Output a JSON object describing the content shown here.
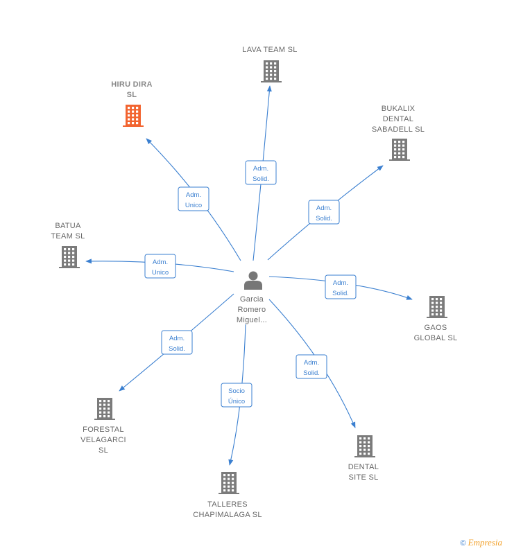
{
  "colors": {
    "edge": "#3a7fd0",
    "building": "#7b7b7b",
    "building_highlight": "#f26430",
    "person": "#777777",
    "label": "#666666"
  },
  "center": {
    "name_lines": [
      "Garcia",
      "Romero",
      "Miguel..."
    ],
    "icon": "person-icon"
  },
  "companies": [
    {
      "id": "lava-team",
      "lines": [
        "LAVA TEAM  SL"
      ],
      "highlight": false
    },
    {
      "id": "hiru-dira",
      "lines": [
        "HIRU DIRA",
        "SL"
      ],
      "highlight": true
    },
    {
      "id": "bukalix",
      "lines": [
        "BUKALIX",
        "DENTAL",
        "SABADELL  SL"
      ],
      "highlight": false
    },
    {
      "id": "batua-team",
      "lines": [
        "BATUA",
        "TEAM  SL"
      ],
      "highlight": false
    },
    {
      "id": "gaos-global",
      "lines": [
        "GAOS",
        "GLOBAL  SL"
      ],
      "highlight": false
    },
    {
      "id": "forestal",
      "lines": [
        "FORESTAL",
        "VELAGARCI",
        "SL"
      ],
      "highlight": false
    },
    {
      "id": "dental-site",
      "lines": [
        "DENTAL",
        "SITE SL"
      ],
      "highlight": false
    },
    {
      "id": "talleres",
      "lines": [
        "TALLERES",
        "CHAPIMALAGA SL"
      ],
      "highlight": false
    }
  ],
  "edges": [
    {
      "to": "lava-team",
      "lines": [
        "Adm.",
        "Solid."
      ]
    },
    {
      "to": "hiru-dira",
      "lines": [
        "Adm.",
        "Unico"
      ]
    },
    {
      "to": "bukalix",
      "lines": [
        "Adm.",
        "Solid."
      ]
    },
    {
      "to": "batua-team",
      "lines": [
        "Adm.",
        "Unico"
      ]
    },
    {
      "to": "gaos-global",
      "lines": [
        "Adm.",
        "Solid."
      ]
    },
    {
      "to": "forestal",
      "lines": [
        "Adm.",
        "Solid."
      ]
    },
    {
      "to": "dental-site",
      "lines": [
        "Adm.",
        "Solid."
      ]
    },
    {
      "to": "talleres",
      "lines": [
        "Socio",
        "Único"
      ]
    }
  ],
  "footer": {
    "copyright": "©",
    "brand": "Empresia"
  }
}
